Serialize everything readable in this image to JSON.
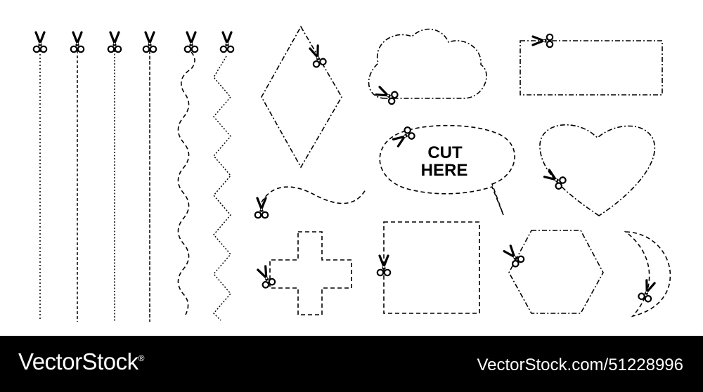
{
  "artwork": {
    "cut_label_line1": "CUT",
    "cut_label_line2": "HERE"
  },
  "footer": {
    "brand": "VectorStock",
    "brand_mark": "®",
    "image_id": "VectorStock.com/51228996"
  },
  "colors": {
    "ink": "#000000",
    "background": "#ffffff",
    "footer_bg": "#000000",
    "footer_text": "#ffffff"
  },
  "icons": [
    "scissors-icon"
  ]
}
